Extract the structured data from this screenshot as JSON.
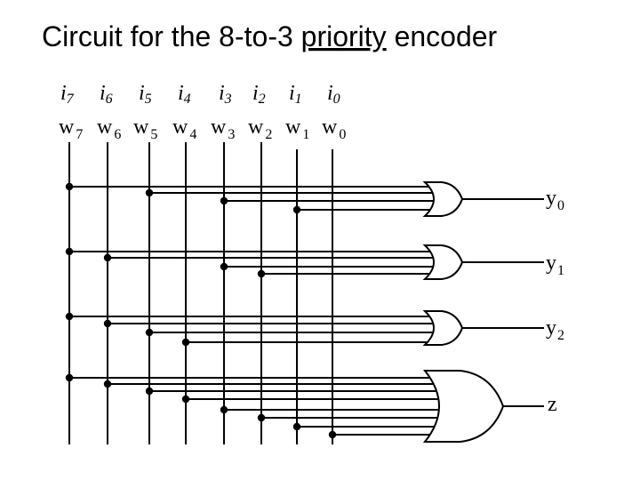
{
  "title": {
    "before": "Circuit for the 8-to-3 ",
    "underlined": "priority",
    "after": " encoder"
  },
  "inputs_i": [
    {
      "base": "i",
      "sub": "7"
    },
    {
      "base": "i",
      "sub": "6"
    },
    {
      "base": "i",
      "sub": "5"
    },
    {
      "base": "i",
      "sub": "4"
    },
    {
      "base": "i",
      "sub": "3"
    },
    {
      "base": "i",
      "sub": "2"
    },
    {
      "base": "i",
      "sub": "1"
    },
    {
      "base": "i",
      "sub": "0"
    }
  ],
  "inputs_w": [
    {
      "base": "w",
      "sub": "7"
    },
    {
      "base": "w",
      "sub": "6"
    },
    {
      "base": "w",
      "sub": "5"
    },
    {
      "base": "w",
      "sub": "4"
    },
    {
      "base": "w",
      "sub": "3"
    },
    {
      "base": "w",
      "sub": "2"
    },
    {
      "base": "w",
      "sub": "1"
    },
    {
      "base": "w",
      "sub": "0"
    }
  ],
  "gates": [
    {
      "type": "OR",
      "output": {
        "base": "y",
        "sub": "0"
      },
      "inputs": [
        "w7",
        "w5",
        "w3",
        "w1"
      ]
    },
    {
      "type": "OR",
      "output": {
        "base": "y",
        "sub": "1"
      },
      "inputs": [
        "w7",
        "w6",
        "w3",
        "w2"
      ]
    },
    {
      "type": "OR",
      "output": {
        "base": "y",
        "sub": "2"
      },
      "inputs": [
        "w7",
        "w6",
        "w5",
        "w4"
      ]
    },
    {
      "type": "OR",
      "output": {
        "base": "z",
        "sub": ""
      },
      "inputs": [
        "w7",
        "w6",
        "w5",
        "w4",
        "w3",
        "w2",
        "w1",
        "w0"
      ]
    }
  ]
}
